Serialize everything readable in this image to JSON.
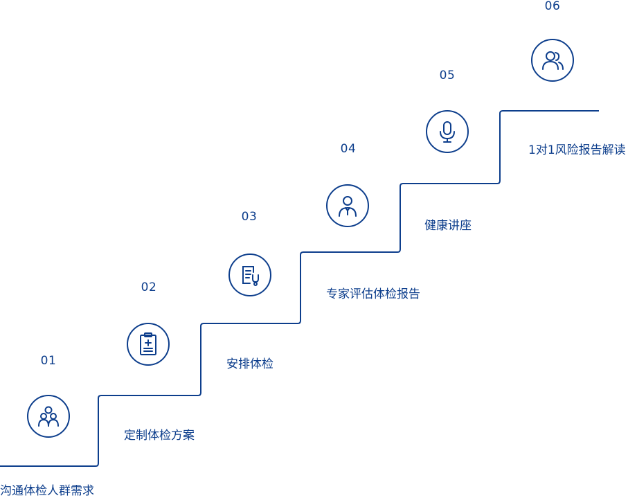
{
  "colors": {
    "accent": "#0d3e8c",
    "background": "#ffffff"
  },
  "steps": [
    {
      "number": "01",
      "label": "沟通体检人群需求",
      "icon": "people-group-icon"
    },
    {
      "number": "02",
      "label": "定制体检方案",
      "icon": "clipboard-medical-icon"
    },
    {
      "number": "03",
      "label": "安排体检",
      "icon": "report-stethoscope-icon"
    },
    {
      "number": "04",
      "label": "专家评估体检报告",
      "icon": "doctor-icon"
    },
    {
      "number": "05",
      "label": "健康讲座",
      "icon": "microphone-icon"
    },
    {
      "number": "06",
      "label": "1对1风险报告解读",
      "icon": "two-persons-icon"
    }
  ]
}
